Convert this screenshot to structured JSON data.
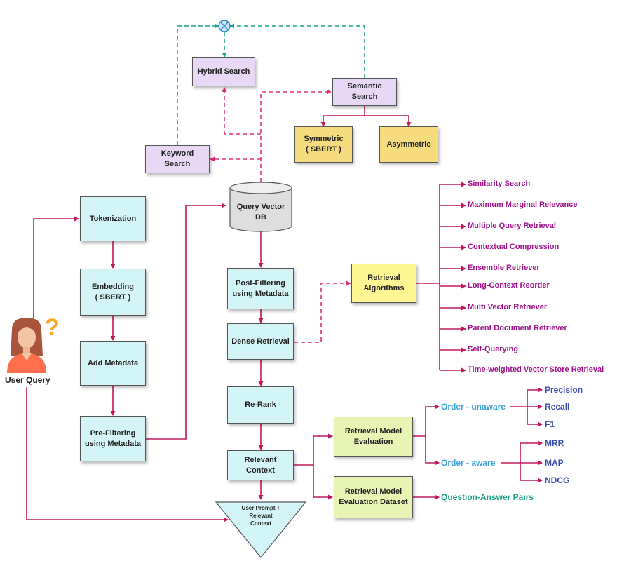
{
  "boxes": {
    "hybrid_search": "Hybrid Search",
    "semantic_search": "Semantic\nSearch",
    "symmetric": "Symmetric\n( SBERT )",
    "asymmetric": "Asymmetric",
    "keyword_search": "Keyword Search",
    "query_vector_db": "Query Vector\nDB",
    "tokenization": "Tokenization",
    "embedding": "Embedding\n( SBERT )",
    "add_metadata": "Add Metadata",
    "pre_filtering": "Pre-Filtering\nusing Metadata",
    "post_filtering": "Post-Filtering\nusing Metadata",
    "dense_retrieval": "Dense Retrieval",
    "re_rank": "Re-Rank",
    "relevant_context": "Relevant\nContext",
    "user_prompt": "User Prompt +\nRelevant\nContext",
    "retrieval_algorithms": "Retrieval\nAlgorithms",
    "retrieval_model_evaluation": "Retrieval Model\nEvaluation",
    "retrieval_model_evaluation_dataset": "Retrieval Model\nEvaluation Dataset"
  },
  "user": {
    "label": "User Query",
    "question_mark": "?"
  },
  "algorithms": [
    "Similarity Search",
    "Maximum Marginal Relevance",
    "Multiple Query Retrieval",
    "Contextual Compression",
    "Ensemble Retriever",
    "Long-Context Reorder",
    "Multi Vector Retriever",
    "Parent Document Retriever",
    "Self-Querying",
    "Time-weighted Vector Store Retrieval"
  ],
  "evaluation": {
    "order_unaware": "Order - unaware",
    "order_aware": "Order - aware",
    "unaware_metrics": [
      "Precision",
      "Recall",
      "F1"
    ],
    "aware_metrics": [
      "MRR",
      "MAP",
      "NDCG"
    ],
    "qa_pairs": "Question-Answer Pairs"
  },
  "colors": {
    "solid_connector": "#c0185e",
    "dashed_pink": "#e2307a",
    "dashed_green": "#1aa283",
    "algorithm_text": "#a0128b",
    "metric_text": "#3b4db0",
    "order_text": "#3aa0d8",
    "qa_text": "#1aa283",
    "box_cyan": "#d4f5f7",
    "box_lavender": "#e8d7f5",
    "box_gold": "#f6db7f",
    "box_yellow": "#fdf693",
    "box_olive": "#e8f4b4"
  }
}
